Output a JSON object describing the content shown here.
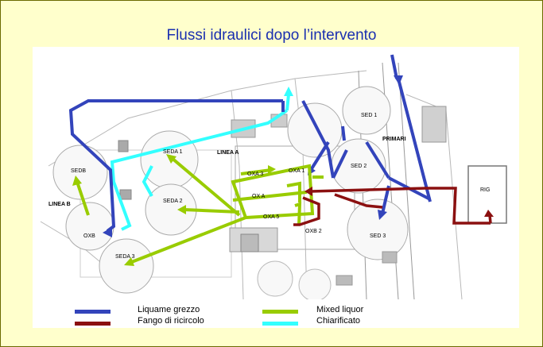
{
  "title": "Flussi idraulici dopo l’intervento",
  "labels": {
    "sed1": "SED 1",
    "sed2": "SED 2",
    "sed3": "SED 3",
    "primari": "PRIMARI",
    "linea_a": "LINEA A",
    "linea_b": "LINEA B",
    "seda1": "SEDA 1",
    "seda2": "SEDA 2",
    "seda3": "SEDA 3",
    "sedb": "SEDB",
    "oxb": "OXB",
    "oxb2": "OXB 2",
    "oxa3": "OXA 3",
    "oxa1": "OXA 1",
    "oxa_mid": "OX A",
    "oxa5": "OXA 5",
    "rig": "RIG"
  },
  "legend": [
    {
      "label": "Liquame grezzo",
      "color": "#3344bb"
    },
    {
      "label": "Fango di ricircolo",
      "color": "#8b1010"
    },
    {
      "label": "Mixed liquor",
      "color": "#99cc00"
    },
    {
      "label": "Chiarificato",
      "color": "#33ffff"
    }
  ],
  "colors": {
    "background": "#ffffcc",
    "title": "#1a2fb0",
    "liquame": "#3344bb",
    "fango": "#8b1010",
    "mixed": "#99cc00",
    "chiarificato": "#33ffff"
  }
}
